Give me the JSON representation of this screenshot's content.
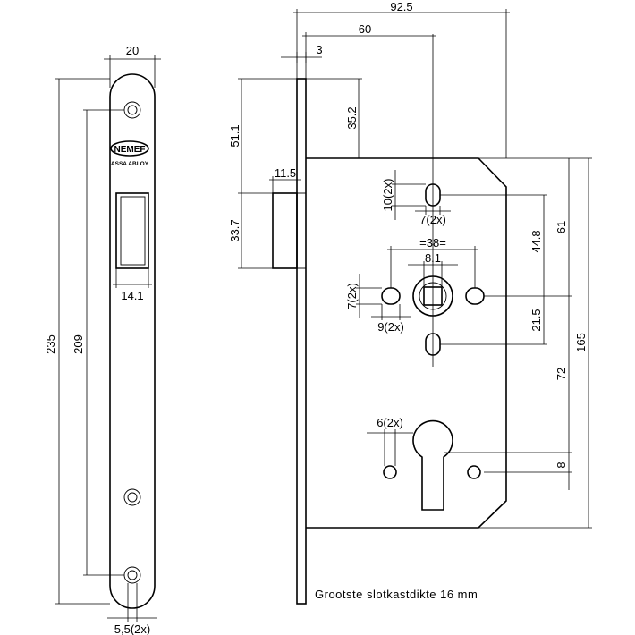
{
  "brand": {
    "logo": "NEMEF",
    "group": "ASSA ABLOY"
  },
  "caption": "Grootste slotkastdikte 16 mm",
  "dimensions": {
    "faceplate_width": "20",
    "total_length": "235",
    "hole_spacing": "209",
    "latch_width": "14.1",
    "screw_hole": "5,5(2x)",
    "overall_depth": "92.5",
    "backset": "60",
    "faceplate_thickness": "3",
    "latch_projection": "11.5",
    "case_to_latch": "35.2",
    "face_top_to_latch": "51.1",
    "latch_height": "33.7",
    "slot_height": "10(2x)",
    "slot_width": "7(2x)",
    "follower_spacing": "=38=",
    "spindle": "8.1",
    "side_hole_height": "7(2x)",
    "side_hole_width": "9(2x)",
    "follower_to_top": "44.8",
    "follower_to_slot": "21.5",
    "top_to_follower": "61",
    "case_height": "165",
    "follower_to_cylinder": "72",
    "cylinder_offset": "8",
    "cylinder_hole": "6(2x)"
  }
}
